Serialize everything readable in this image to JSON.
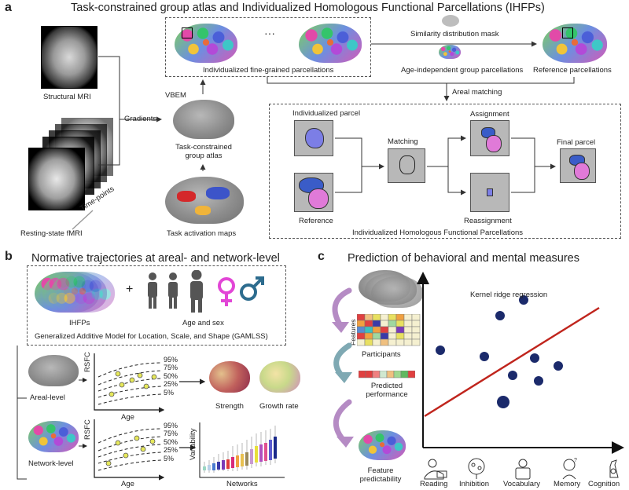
{
  "panel_a": {
    "letter": "a",
    "title": "Task-constrained group atlas and Individualized Homologous Functional Parcellations (IHFPs)",
    "structural_mri": "Structural MRI",
    "resting_fmri": "Resting-state fMRI",
    "time_points": "Time-points",
    "gradients": "Gradients",
    "vbem": "VBEM",
    "task_atlas": "Task-constrained\ngroup atlas",
    "task_activation": "Task activation maps",
    "ellipsis": "···",
    "individualized_fine": "Individualized fine-grained parcellations",
    "similarity_mask": "Similarity distribution mask",
    "age_independent": "Age-independent group parcellations",
    "reference_parcellations": "Reference parcellations",
    "areal_matching": "Areal matching",
    "individualized_parcel": "Individualized parcel",
    "matching": "Matching",
    "assignment": "Assignment",
    "final_parcel": "Final parcel",
    "reference": "Reference",
    "reassignment": "Reassignment",
    "ihfps_full": "Individualized Homologous Functional Parcellations"
  },
  "panel_b": {
    "letter": "b",
    "title": "Normative trajectories at areal- and network-level",
    "ihfps": "IHFPs",
    "plus": "+",
    "age_and_sex": "Age and sex",
    "gamlss": "Generalized Additive Model for Location, Scale, and Shape (GAMLSS)",
    "areal_level": "Areal-level",
    "network_level": "Network-level",
    "rsfc": "RSFC",
    "age": "Age",
    "percentiles": [
      "95%",
      "75%",
      "50%",
      "25%",
      "5%"
    ],
    "strength": "Strength",
    "growth_rate": "Growth rate",
    "variability": "Variability",
    "networks": "Networks"
  },
  "panel_c": {
    "letter": "c",
    "title": "Prediction of behavioral and mental measures",
    "features": "Features",
    "participants": "Participants",
    "predicted_performance": "Predicted\nperformance",
    "feature_predictability": "Feature\npredictability",
    "kernel_ridge": "Kernel ridge regression",
    "domains": [
      "Reading",
      "Inhibition",
      "Vocabulary",
      "Memory",
      "Cognition"
    ]
  },
  "colors": {
    "regression_line": "#c0251d",
    "scatter_dot": "#1b2a6b",
    "percentile_dot": "#e6e85a",
    "purple_arrow": "#b58bc4",
    "teal_arrow": "#7fa9b3"
  }
}
